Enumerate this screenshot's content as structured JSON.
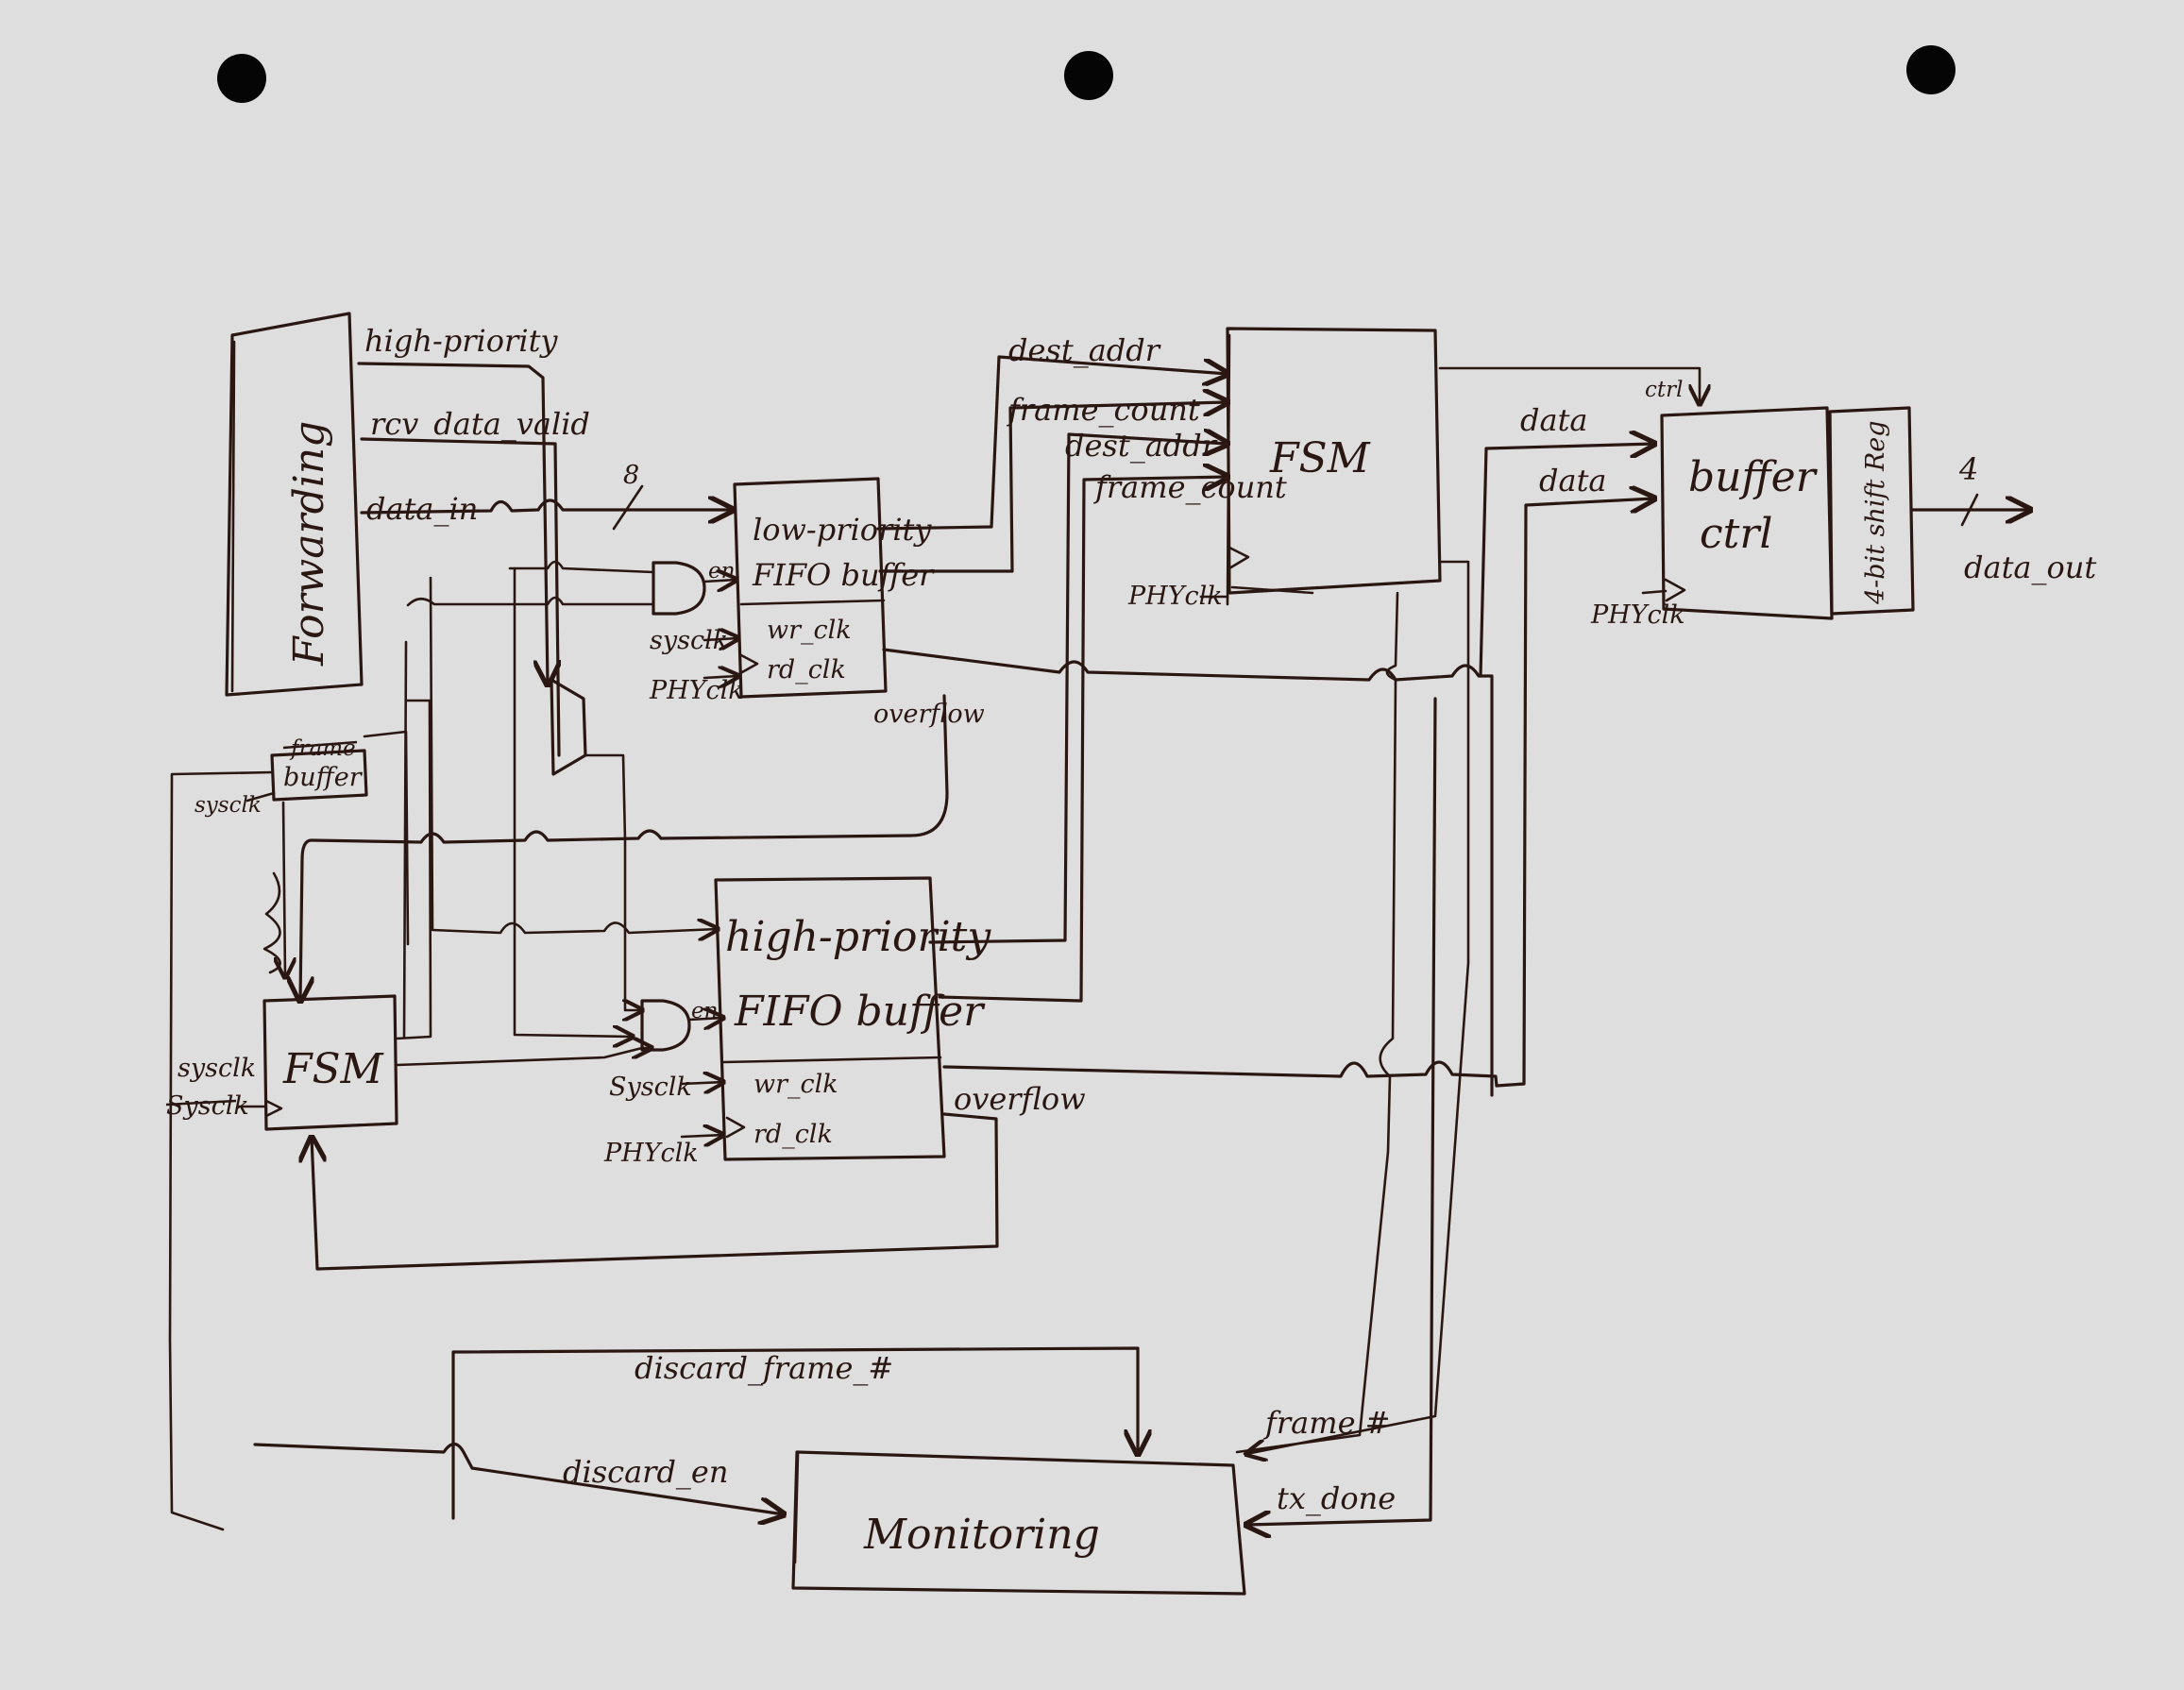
{
  "blocks": {
    "forwarding": "Forwarding",
    "frame_buffer": "buffer",
    "frame_buffer_struck": "frame",
    "low_fifo_line1": "low-priority",
    "low_fifo_line2": "FIFO buffer",
    "high_fifo_line1": "high-priority",
    "high_fifo_line2": "FIFO buffer",
    "fsm_left": "FSM",
    "fsm_right": "FSM",
    "buffer_ctrl_line1": "buffer",
    "buffer_ctrl_line2": "ctrl",
    "shift_reg": "4-bit shift Reg",
    "monitoring": "Monitoring"
  },
  "signals": {
    "high_priority": "high-priority",
    "rcv_data_valid": "rcv_data_valid",
    "data_in": "data_in",
    "bus_width_in": "8",
    "en_low": "en",
    "en_high": "en",
    "wr_clk_low": "wr_clk",
    "rd_clk_low": "rd_clk",
    "wr_clk_high": "wr_clk",
    "rd_clk_high": "rd_clk",
    "sysclk_low": "sysclk",
    "phyclk_low": "PHYclk",
    "sysclk_high": "Sysclk",
    "phyclk_high": "PHYclk",
    "overflow_low": "overflow",
    "overflow_high": "overflow",
    "sysclk_buffer": "sysclk",
    "sysclk_fsm": "sysclk",
    "sysclk_fsm_struck": "Sysclk",
    "dest_addr_1": "dest_addr",
    "frame_count_1": "frame_count",
    "dest_addr_2": "dest_addr",
    "frame_count_2": "frame_count",
    "phyclk_fsm_right": "PHYclk",
    "ctrl": "ctrl",
    "data_1": "data",
    "data_2": "data",
    "phyclk_buffer_ctrl": "PHYclk",
    "bus_width_out": "4",
    "data_out": "data_out",
    "discard_frame": "discard_frame_#",
    "discard_en": "discard_en",
    "frame_num": "frame #",
    "tx_done": "tx_done"
  }
}
